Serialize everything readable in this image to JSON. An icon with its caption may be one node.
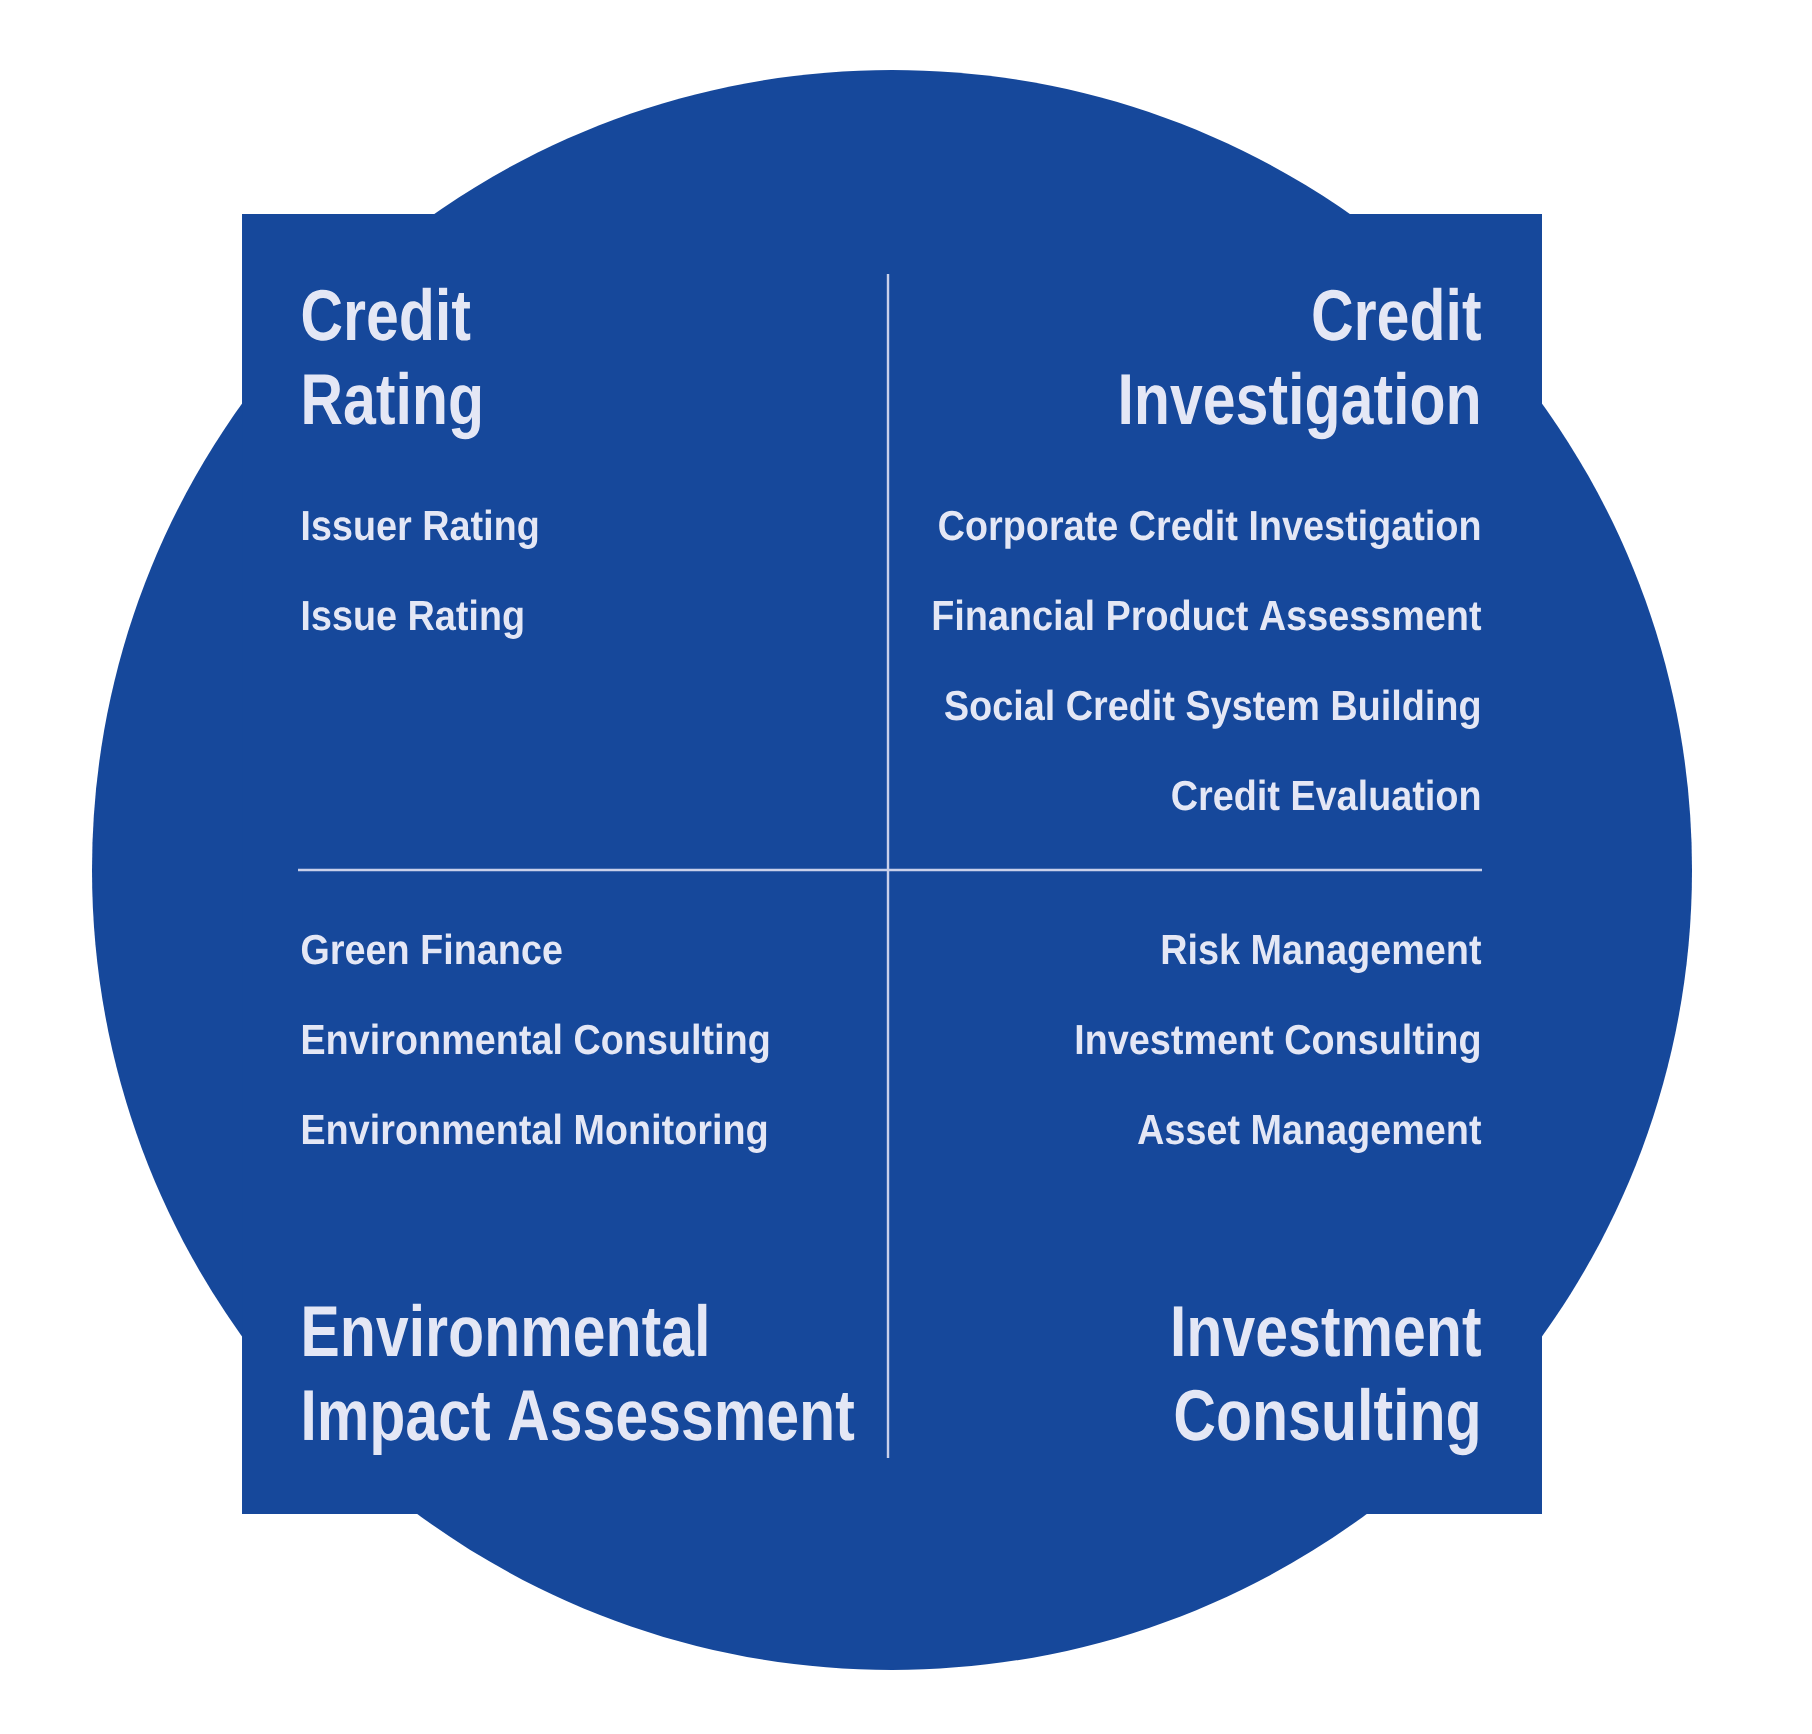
{
  "diagram": {
    "nodes": [
      {
        "text": [],
        "shape": "circle"
      },
      {
        "text": [
          "Credit Rating",
          "Issuer Rating",
          "Issue Rating"
        ],
        "in": 0
      },
      {
        "text": [
          "Credit Investigation",
          "Corporate Credit Investigation",
          "Financial Product Assessment",
          "Social Credit System Building",
          "Credit Evaluation"
        ],
        "in": 0
      },
      {
        "text": [
          "Green Finance",
          "Environmental Consulting",
          "Environmental Monitoring",
          "Environmental Impact Assessment"
        ],
        "in": 0
      },
      {
        "text": [
          "Risk Management",
          "Investment Consulting",
          "Asset Management",
          "Investment Consulting"
        ],
        "in": 0
      }
    ]
  }
}
